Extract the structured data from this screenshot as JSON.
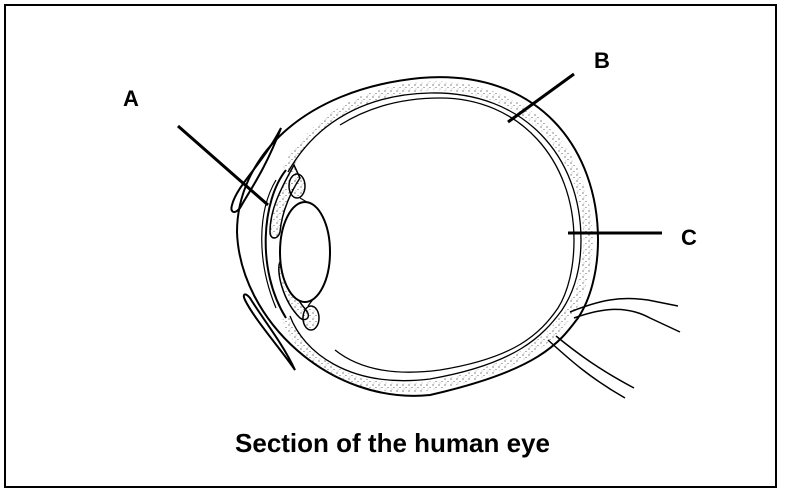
{
  "labels": {
    "a": "A",
    "b": "B",
    "c": "C"
  },
  "caption": "Section of the human eye",
  "colors": {
    "stroke": "#000000",
    "background": "#ffffff"
  }
}
